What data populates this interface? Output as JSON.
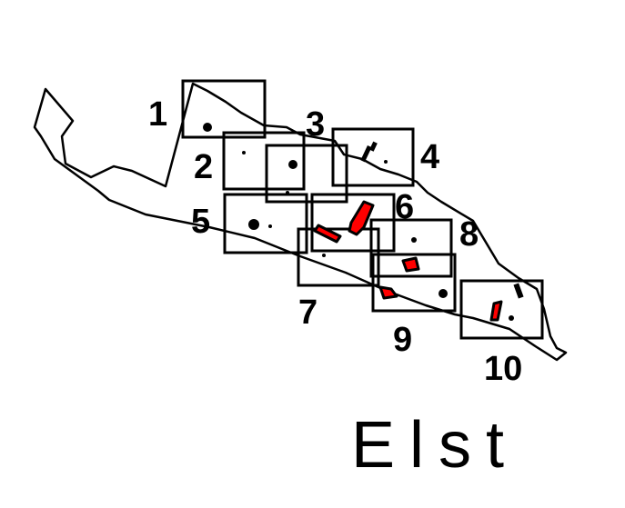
{
  "map": {
    "title": "Elst",
    "colors": {
      "outline": "#000000",
      "highlight": "#ff0000",
      "background": "#ffffff"
    },
    "sections": [
      {
        "label": "1"
      },
      {
        "label": "2"
      },
      {
        "label": "3"
      },
      {
        "label": "4"
      },
      {
        "label": "5"
      },
      {
        "label": "6"
      },
      {
        "label": "7"
      },
      {
        "label": "8"
      },
      {
        "label": "9"
      },
      {
        "label": "10"
      }
    ]
  }
}
